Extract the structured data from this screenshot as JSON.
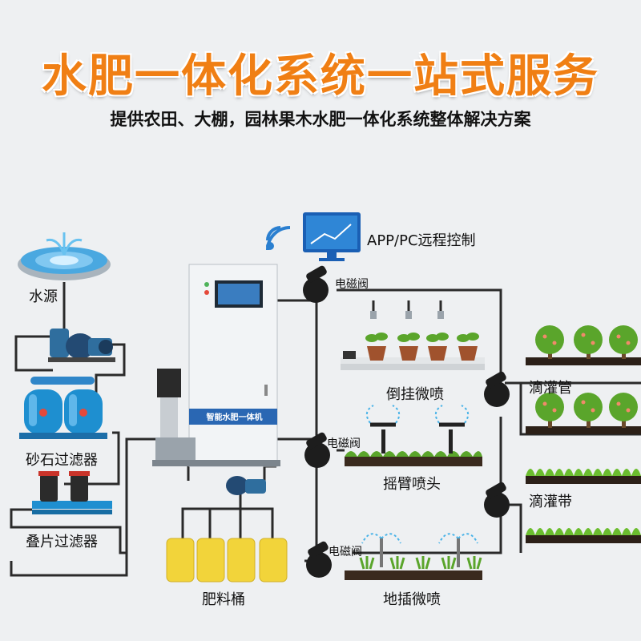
{
  "header": {
    "title": "水肥一体化系统一站式服务",
    "subtitle": "提供农田、大棚，园林果木水肥一体化系统整体解决方案"
  },
  "labels": {
    "remote_control": "APP/PC远程控制",
    "water_source": "水源",
    "sand_filter": "砂石过滤器",
    "disc_filter": "叠片过滤器",
    "fertilizer_bucket": "肥料桶",
    "solenoid_valve_1": "电磁阀",
    "solenoid_valve_2": "电磁阀",
    "solenoid_valve_3": "电磁阀",
    "hanging_spray": "倒挂微喷",
    "rocker_sprinkler": "摇臂喷头",
    "ground_spray": "地插微喷",
    "drip_pipe": "滴灌管",
    "drip_tape": "滴灌带",
    "machine_name": "智能水肥一体机"
  },
  "colors": {
    "title": "#f07f14",
    "pipe": "#2a2a2a",
    "filter_blue": "#1e8fd0",
    "bucket_yellow": "#f2d43a",
    "leaf_green": "#5aa52b"
  }
}
